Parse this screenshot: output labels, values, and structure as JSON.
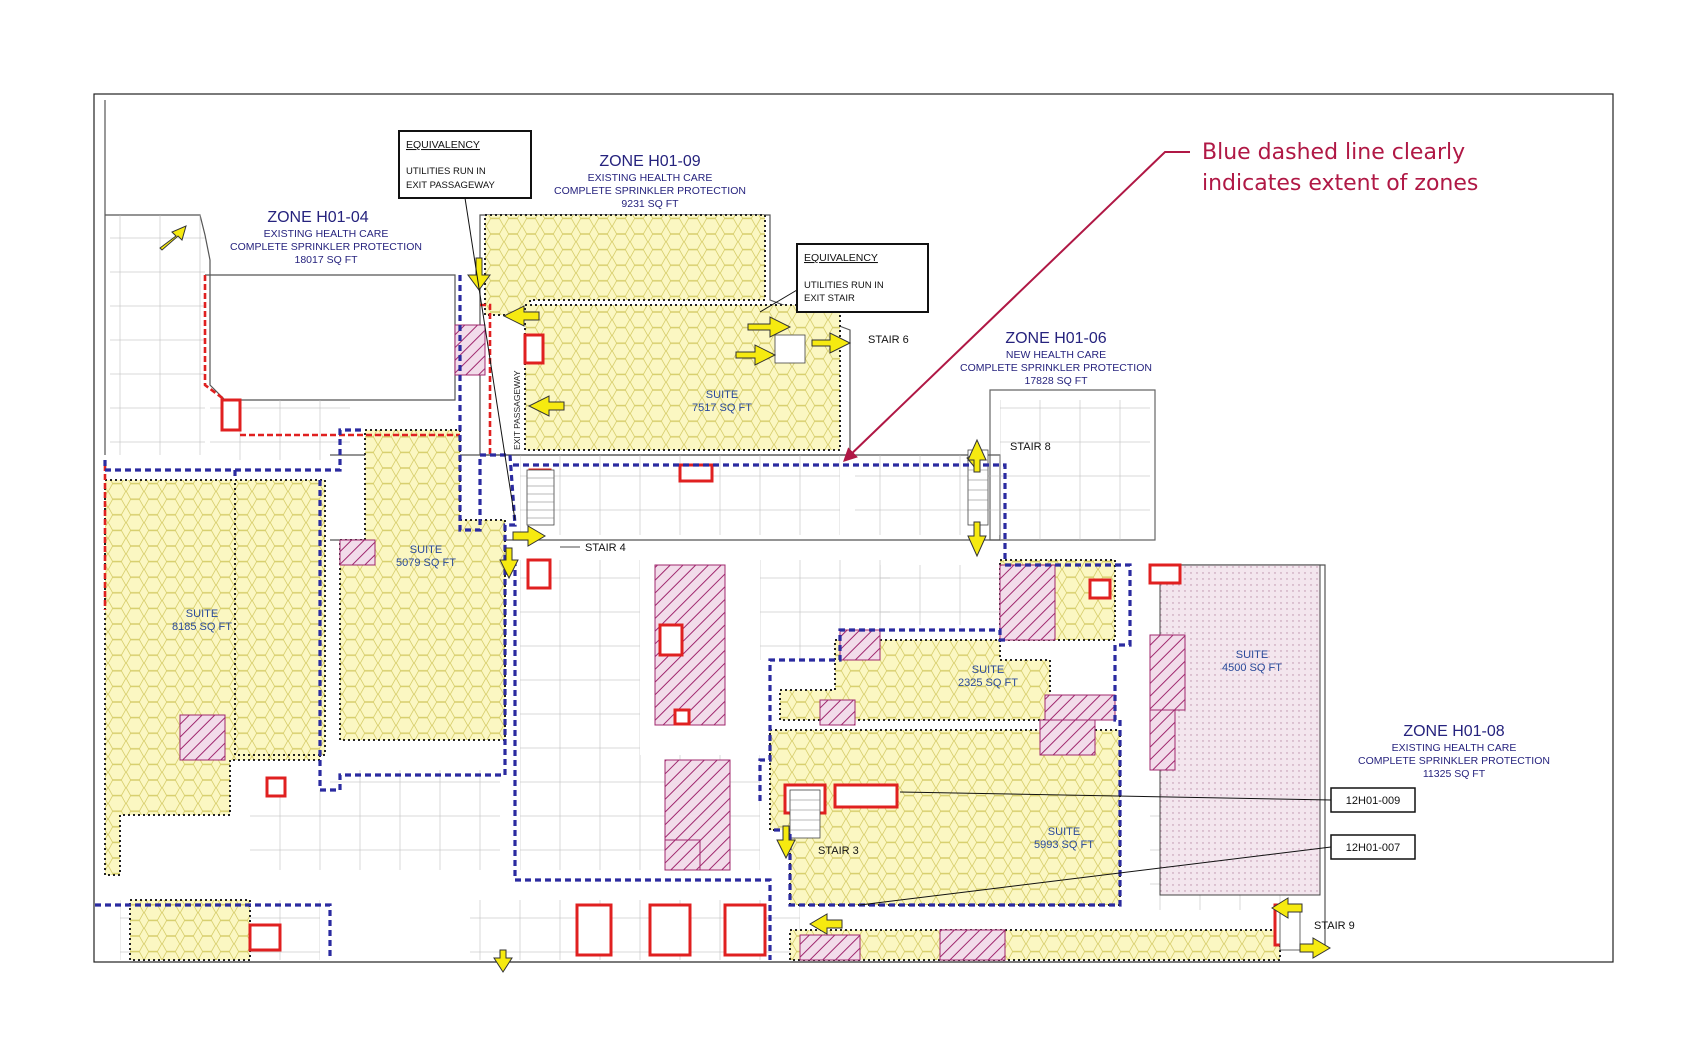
{
  "colors": {
    "zone_boundary": "#2b2ba0",
    "smoke_barrier": "#e02020",
    "suite_fill": "#fbf7c2",
    "suite_hex": "#d8d070",
    "hatch": "#a0286e",
    "callout": "#b01845",
    "arrow": "#f6ea10"
  },
  "zones": [
    {
      "id": "h01-04",
      "title": "ZONE H01-04",
      "line1": "EXISTING HEALTH CARE",
      "line2": "COMPLETE SPRINKLER PROTECTION",
      "area": "18017 SQ FT"
    },
    {
      "id": "h01-09",
      "title": "ZONE H01-09",
      "line1": "EXISTING HEALTH CARE",
      "line2": "COMPLETE SPRINKLER PROTECTION",
      "area": "9231 SQ FT"
    },
    {
      "id": "h01-06",
      "title": "ZONE H01-06",
      "line1": "NEW HEALTH CARE",
      "line2": "COMPLETE SPRINKLER PROTECTION",
      "area": "17828 SQ FT"
    },
    {
      "id": "h01-08",
      "title": "ZONE H01-08",
      "line1": "EXISTING HEALTH CARE",
      "line2": "COMPLETE SPRINKLER PROTECTION",
      "area": "11325 SQ FT"
    }
  ],
  "suites": [
    {
      "title": "SUITE",
      "area": "7517 SQ FT"
    },
    {
      "title": "SUITE",
      "area": "5079 SQ FT"
    },
    {
      "title": "SUITE",
      "area": "8185 SQ FT"
    },
    {
      "title": "SUITE",
      "area": "2325 SQ FT"
    },
    {
      "title": "SUITE",
      "area": "5993 SQ FT"
    },
    {
      "title": "SUITE",
      "area": "4500 SQ FT"
    }
  ],
  "stairs": [
    "STAIR 6",
    "STAIR 8",
    "STAIR 4",
    "STAIR 3",
    "STAIR 9"
  ],
  "equivalency_boxes": [
    {
      "header": "EQUIVALENCY",
      "line1": "UTILITIES RUN IN",
      "line2": "EXIT PASSAGEWAY"
    },
    {
      "header": "EQUIVALENCY",
      "line1": "UTILITIES RUN IN",
      "line2": "EXIT STAIR"
    }
  ],
  "tags": [
    "12H01-009",
    "12H01-007"
  ],
  "exit_passageway_label": "EXIT PASSAGEWAY",
  "callout": {
    "line1": "Blue dashed line clearly",
    "line2": "indicates extent of zones"
  }
}
